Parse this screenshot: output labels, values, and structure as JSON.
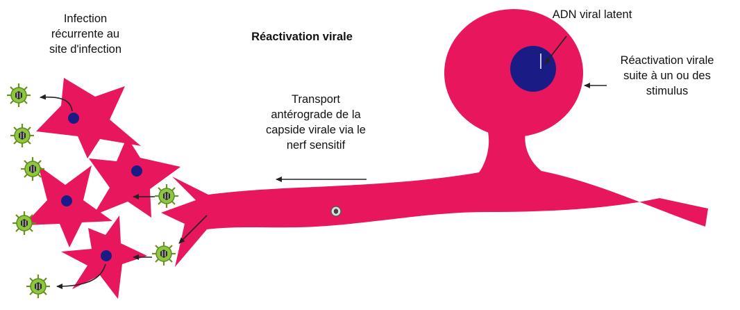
{
  "title": "Réactivation virale",
  "labels": {
    "infection": [
      "Infection",
      "récurrente au",
      "site d'infection"
    ],
    "dna": "ADN viral latent",
    "reactivation": [
      "Réactivation virale",
      "suite à un ou des",
      "stimulus"
    ],
    "transport": [
      "Transport",
      "antérograde de la",
      "capside virale via le",
      "nerf sensitif"
    ]
  },
  "colors": {
    "neuron": "#E8175D",
    "nucleus": "#1B1B86",
    "virus": "#8DC63F",
    "virus_core": "#2A2A2A",
    "arrow": "#222222"
  },
  "icons": {
    "virus": "virus-particle-icon",
    "capsid": "capsid-icon"
  }
}
